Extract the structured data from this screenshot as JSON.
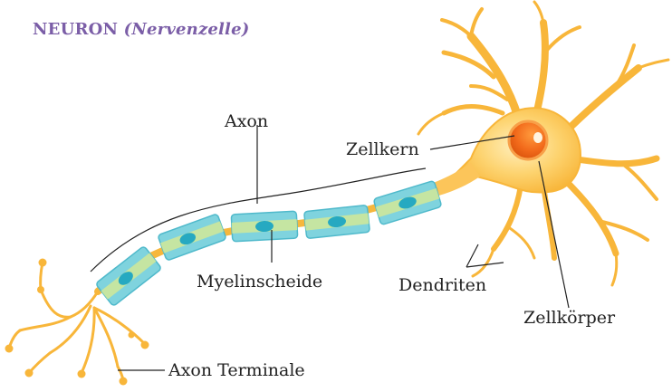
{
  "title": {
    "main": "NEURON",
    "sub": "(Nervenzelle)"
  },
  "labels": {
    "axon": "Axon",
    "nucleus": "Zellkern",
    "myelin": "Myelinscheide",
    "dendrites": "Dendriten",
    "cell_body": "Zellkörper",
    "axon_terminal": "Axon Terminale"
  },
  "colors": {
    "title": "#7b5ea7",
    "neuron_body": "#fcc55a",
    "neuron_light": "#fde6a8",
    "axon_core": "#f6b73c",
    "myelin_sheath": "#7fd3de",
    "myelin_inner": "#cde79b",
    "myelin_nucleus": "#26a9c1",
    "nucleus": "#f26a1b",
    "leader_lines": "#222222"
  }
}
